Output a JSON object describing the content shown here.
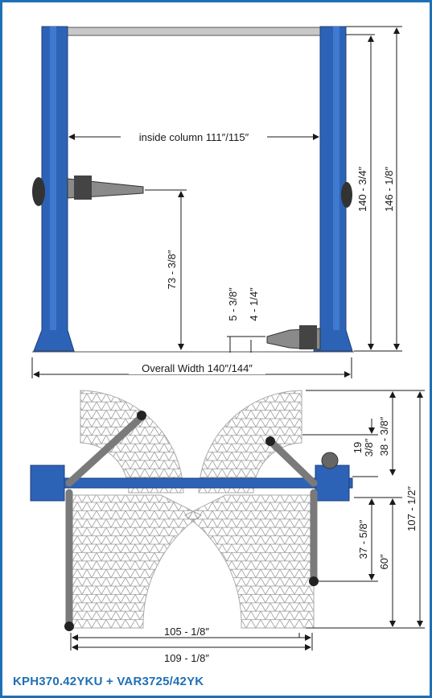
{
  "diagram": {
    "front_view": {
      "inside_column": "inside column 111″/115″",
      "overall_width": "Overall Width 140″/144″",
      "arm_height": "73 - 3/8″",
      "min_height_a": "5 - 3/8″",
      "min_height_b": "4 - 1/4″",
      "column_height_a": "140 - 3/4″",
      "column_height_b": "146 - 1/8″"
    },
    "top_view": {
      "dim_19": "19",
      "dim_38_frac": "3/8″",
      "dim_38": "38 - 3/8″",
      "dim_107": "107 - 1/2″",
      "dim_37": "37 - 5/8″",
      "dim_60": "60″",
      "dim_105": "105 - 1/8″",
      "dim_109": "109 - 1/8″"
    },
    "model_caption": "KPH370.42YKU + VAR3725/42YK",
    "colors": {
      "frame": "#1f6fb5",
      "column": "#2d63b6",
      "arm": "#8a8a8a",
      "text": "#1a1a1a"
    }
  }
}
